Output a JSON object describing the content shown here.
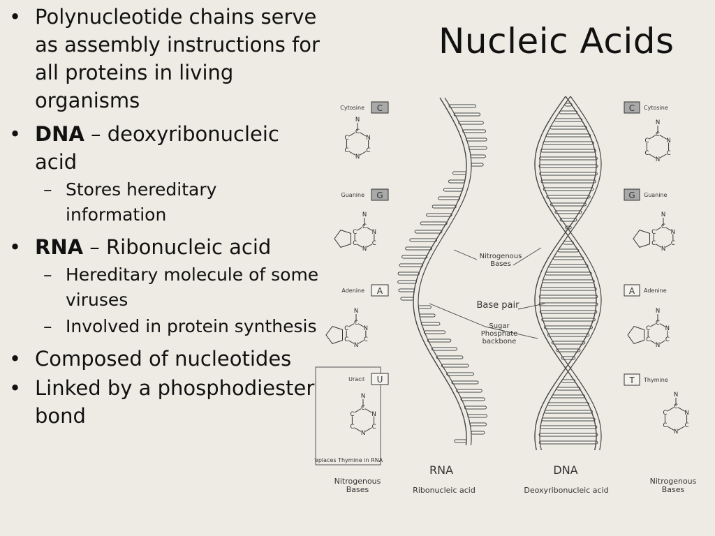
{
  "slide": {
    "title": "Nucleic Acids",
    "bullets": [
      {
        "prefix": "",
        "text": "Polynucleotide chains serve as assembly instructions for all proteins in living organisms"
      },
      {
        "prefix": "DNA",
        "text": " – deoxyribonucleic acid"
      },
      {
        "prefix": "",
        "text": "Stores hereditary information"
      },
      {
        "prefix": "RNA",
        "text": " – Ribonucleic acid"
      },
      {
        "prefix": "",
        "text": "Hereditary molecule of some viruses"
      },
      {
        "prefix": "",
        "text": "Involved in protein synthesis"
      },
      {
        "prefix": "",
        "text": "Composed of nucleotides"
      },
      {
        "prefix": "",
        "text": "Linked by a phosphodiester bond"
      }
    ],
    "bullet_glyph": "•",
    "sub_glyph": "–"
  },
  "diagram": {
    "left_bases": [
      {
        "name": "Cytosine",
        "letter": "C"
      },
      {
        "name": "Guanine",
        "letter": "G"
      },
      {
        "name": "Adenine",
        "letter": "A"
      },
      {
        "name": "Uracil",
        "letter": "U",
        "note": "replaces Thymine in RNA"
      }
    ],
    "right_bases": [
      {
        "name": "Cytosine",
        "letter": "C"
      },
      {
        "name": "Guanine",
        "letter": "G"
      },
      {
        "name": "Adenine",
        "letter": "A"
      },
      {
        "name": "Thymine",
        "letter": "T"
      }
    ],
    "callouts": {
      "nitrogenous_bases": "Nitrogenous Bases",
      "base_pair": "Base pair",
      "backbone": "Sugar Phosphate backbone"
    },
    "rna_label": "RNA",
    "dna_label": "DNA",
    "captions": {
      "left": "Nitrogenous Bases",
      "rna": "Ribonucleic acid",
      "dna": "Deoxyribonucleic acid",
      "right": "Nitrogenous Bases"
    },
    "colors": {
      "box_fill_grey": "#a9a9a9",
      "stroke": "#333333"
    }
  }
}
